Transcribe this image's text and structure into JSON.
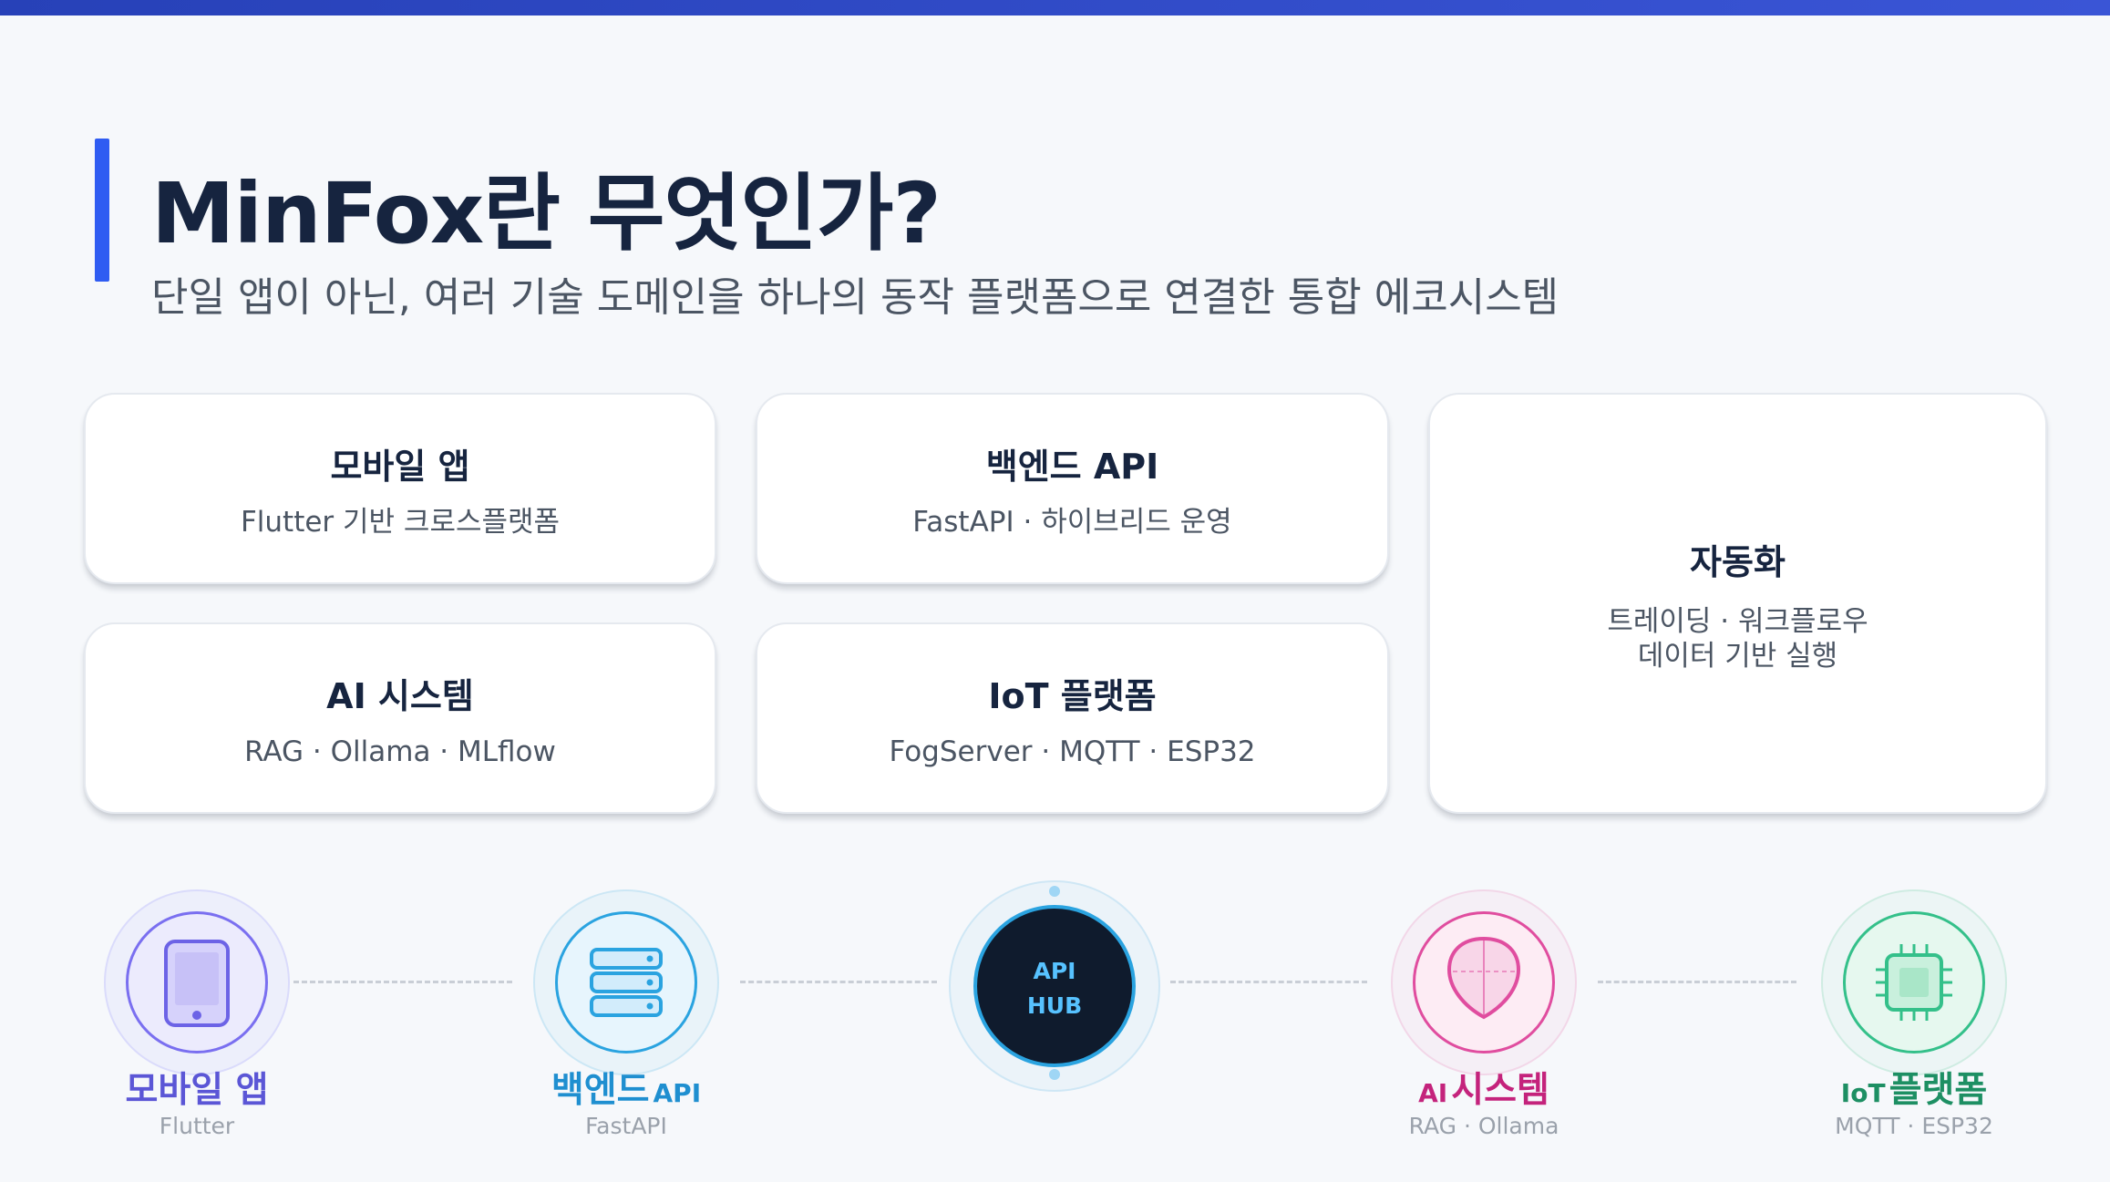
{
  "slide": {
    "title": "MinFox란 무엇인가?",
    "subtitle": "단일 앱이 아닌, 여러 기술 도메인을 하나의 동작 플랫폼으로 연결한 통합 에코시스템"
  },
  "cards": [
    {
      "title": "모바일 앱",
      "desc": "Flutter 기반 크로스플랫폼"
    },
    {
      "title": "백엔드 API",
      "desc": "FastAPI · 하이브리드 운영"
    },
    {
      "title": "AI 시스템",
      "desc": "RAG · Ollama · MLflow"
    },
    {
      "title": "IoT 플랫폼",
      "desc": "FogServer · MQTT · ESP32"
    },
    {
      "title": "자동화",
      "desc_line1": "트레이딩 · 워크플로우",
      "desc_line2": "데이터 기반 실행"
    }
  ],
  "diagram": {
    "hub": {
      "line1": "API",
      "line2": "HUB"
    },
    "nodes": [
      {
        "label": "모바일 앱",
        "sub": "Flutter",
        "icon": "tablet-icon",
        "color": "#5b56d6"
      },
      {
        "label_main": "백엔드",
        "label_suffix": "API",
        "sub": "FastAPI",
        "icon": "server-icon",
        "color": "#1f8fd0"
      },
      {
        "label_prefix": "AI",
        "label_main": "시스템",
        "sub": "RAG · Ollama",
        "icon": "brain-icon",
        "color": "#c4237c"
      },
      {
        "label_prefix": "IoT",
        "label_main": "플랫폼",
        "sub": "MQTT · ESP32",
        "icon": "chip-icon",
        "color": "#1d8f63"
      }
    ]
  }
}
